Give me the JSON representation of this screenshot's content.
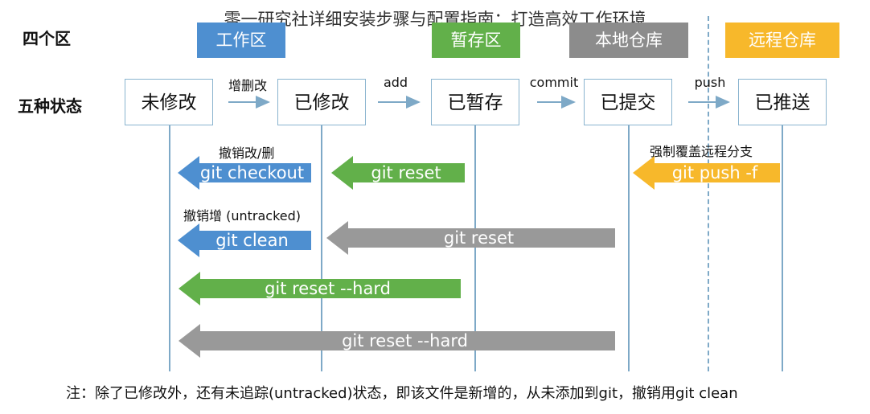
{
  "title": "零一研究社详细安装步骤与配置指南：打造高效工作环境",
  "rows": {
    "areas_label": "四个区",
    "states_label": "五种状态"
  },
  "areas": [
    {
      "label": "工作区",
      "color": "#4e8fd0"
    },
    {
      "label": "暂存区",
      "color": "#62b04a"
    },
    {
      "label": "本地仓库",
      "color": "#8c8c8c"
    },
    {
      "label": "远程仓库",
      "color": "#f7b82b"
    }
  ],
  "states": [
    "未修改",
    "已修改",
    "已暂存",
    "已提交",
    "已推送"
  ],
  "transitions": [
    "增删改",
    "add",
    "commit",
    "push"
  ],
  "labels": {
    "checkout": "撤销改/删",
    "clean": "撤销增 (untracked)",
    "push_force": "强制覆盖远程分支"
  },
  "commands": {
    "checkout": "git checkout",
    "reset_soft_green": "git reset",
    "push_force": "git push -f",
    "clean": "git clean",
    "reset_gray": "git reset",
    "reset_hard_green": "git reset --hard",
    "reset_hard_gray": "git reset --hard"
  },
  "colors": {
    "blue": "#4e8fd0",
    "green": "#62b04a",
    "gray": "#999999",
    "yellow": "#f7b82b",
    "line": "#7ea9c7"
  },
  "note": "注：除了已修改外，还有未追踪(untracked)状态，即该文件是新增的，从未添加到git，撤销用git clean"
}
